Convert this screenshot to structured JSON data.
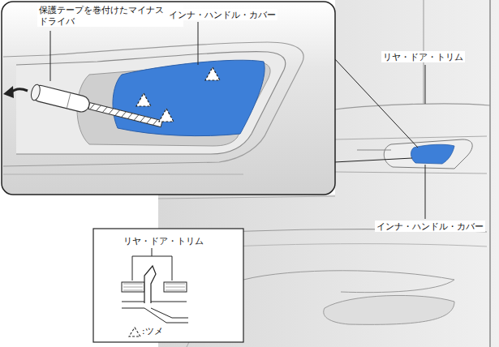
{
  "diagram": {
    "labels": [
      "保護テープを巻付けたマイナス・ ドライバ",
      "インナ・ハンドル・カバー",
      "リヤ・ドア・トリム",
      "インナ・ハンドル・カバー",
      "リヤ・ドア・トリム"
    ],
    "legend": [
      {
        "text": ":ツメ"
      }
    ]
  }
}
